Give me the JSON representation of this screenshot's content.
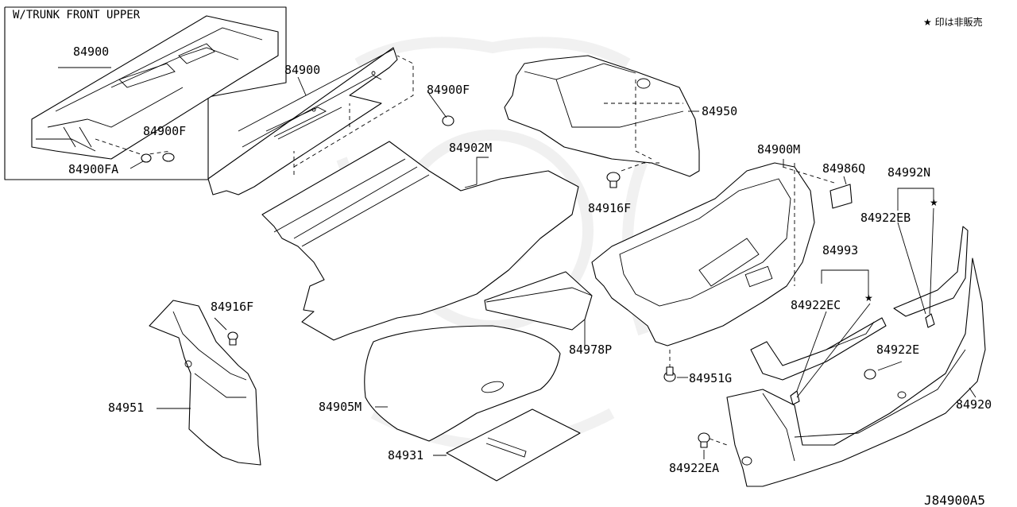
{
  "note": "★ 印は非販売",
  "inset_title": "W/TRUNK FRONT UPPER",
  "diagram_code": "J84900A5",
  "labels": {
    "inset_84900": "84900",
    "inset_84900F": "84900F",
    "inset_84900FA": "84900FA",
    "p84900": "84900",
    "p84900F": "84900F",
    "p84950": "84950",
    "p84902M": "84902M",
    "p84916F_top": "84916F",
    "p84900M": "84900M",
    "p84986Q": "84986Q",
    "p84992N": "84992N",
    "p84922EB": "84922EB",
    "p84993": "84993",
    "p84922EC": "84922EC",
    "p84916F_left": "84916F",
    "p84951": "84951",
    "p84978P": "84978P",
    "p84951G": "84951G",
    "p84922E": "84922E",
    "p84905M": "84905M",
    "p84920": "84920",
    "p84931": "84931",
    "p84922EA": "84922EA"
  },
  "stars": {
    "star_84992N": "★",
    "star_84993": "★"
  }
}
